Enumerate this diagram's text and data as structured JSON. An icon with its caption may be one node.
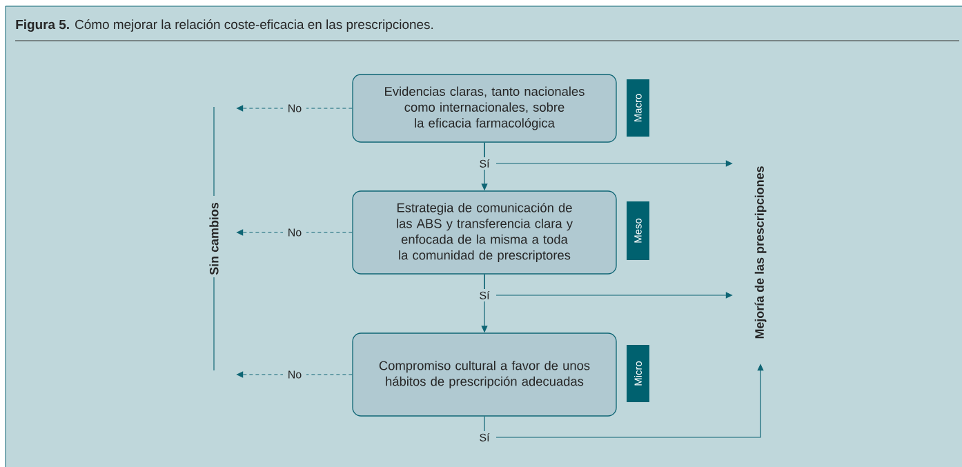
{
  "diagram": {
    "title": "**Figura 5.** Cómo mejorar la relación coste-eficacia en las prescripciones.",
    "nodes": [
      {
        "text": [
          "Evidencias claras, tanto nacionales como internacionales, sobre la eficacia farmacológica"
        ]
      },
      {
        "text": [
          "Macro"
        ]
      },
      {
        "text": [
          "Estrategia de comunicación de las ABS y transferencia clara y enfocada de la misma a toda la comunidad de prescriptores"
        ]
      },
      {
        "text": [
          "Meso"
        ]
      },
      {
        "text": [
          "Compromiso cultural a favor de unos hábitos de prescripción adecuadas"
        ]
      },
      {
        "text": [
          "Micro"
        ]
      },
      {
        "text": [
          "Sin cambios"
        ]
      },
      {
        "text": [
          "Mejoría de las prescripciones"
        ]
      }
    ],
    "edges": [
      {
        "from": 0,
        "to": 6,
        "arrow": "to",
        "label": "No",
        "style": "dashed"
      },
      {
        "from": 0,
        "to": 2,
        "arrow": "to",
        "label": "Sí"
      },
      {
        "from": 0,
        "to": 7,
        "arrow": "to"
      },
      {
        "from": 2,
        "to": 6,
        "arrow": "to",
        "label": "No",
        "style": "dashed"
      },
      {
        "from": 2,
        "to": 4,
        "arrow": "to",
        "label": "Sí"
      },
      {
        "from": 2,
        "to": 7,
        "arrow": "to"
      },
      {
        "from": 4,
        "to": 6,
        "arrow": "to",
        "label": "No",
        "style": "dashed"
      },
      {
        "from": 4,
        "to": 7,
        "arrow": "to",
        "label": "Sí"
      }
    ]
  }
}
